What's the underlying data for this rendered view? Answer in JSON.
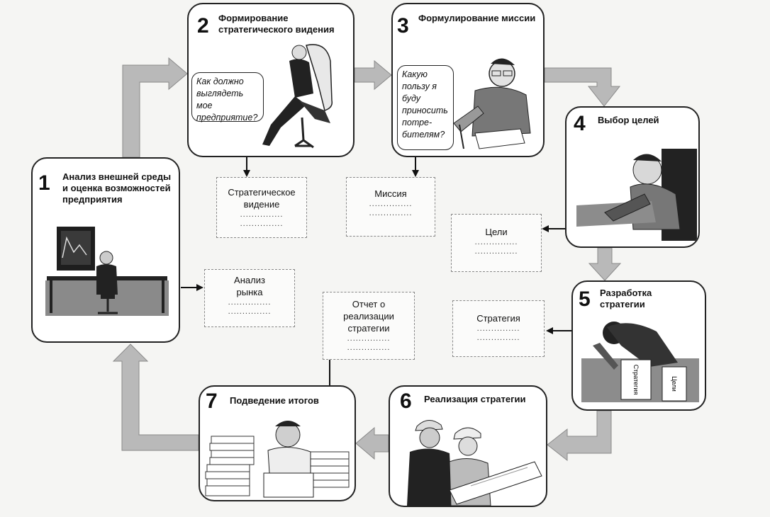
{
  "steps": [
    {
      "number": "1",
      "title": "Анализ внешней среды и оценка возможностей предприятия"
    },
    {
      "number": "2",
      "title": "Формирование стратегического видения"
    },
    {
      "number": "3",
      "title": "Формулирование миссии"
    },
    {
      "number": "4",
      "title": "Выбор целей"
    },
    {
      "number": "5",
      "title": "Разработка стратегии"
    },
    {
      "number": "6",
      "title": "Реализация стратегии"
    },
    {
      "number": "7",
      "title": "Подведение итогов"
    }
  ],
  "bubbles": {
    "vision": "Как должно выглядеть мое предприятие?",
    "mission": "Какую пользу я буду приносить потре-бителям?"
  },
  "outputs": {
    "vision": "Стратегическое видение",
    "mission": "Миссия",
    "goals": "Цели",
    "market": "Анализ рынка",
    "report": "Отчет о реализации стратегии",
    "strategy": "Стратегия",
    "placeholder": "..............."
  },
  "paper_labels": {
    "left": "Стратегия",
    "right": "Цели"
  },
  "colors": {
    "flow_arrow": "#b9b9b9",
    "line": "#222222"
  }
}
